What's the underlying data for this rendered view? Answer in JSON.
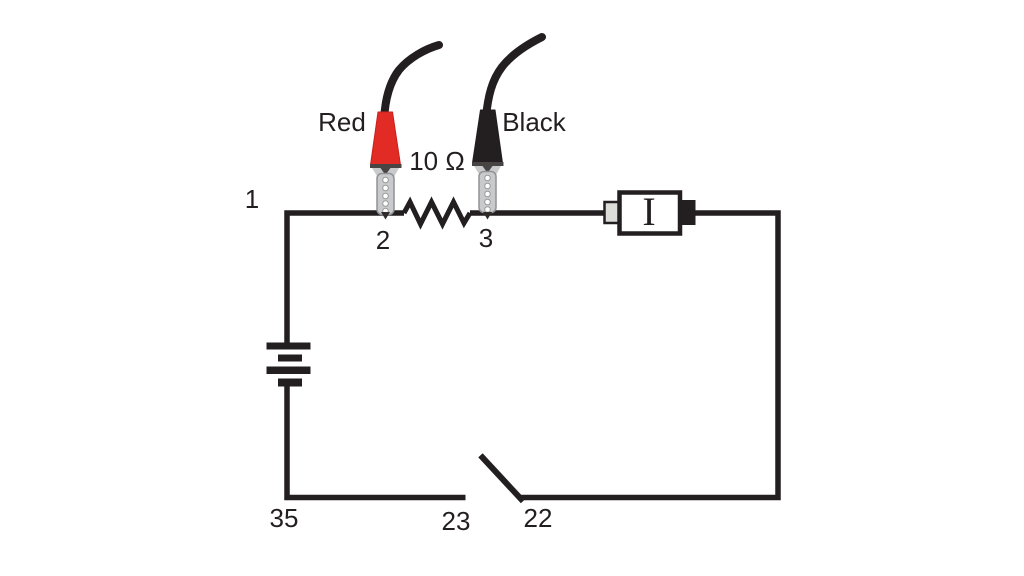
{
  "colors": {
    "line": "#231f20",
    "red_lead_body": "#e12b24",
    "black_lead_body": "#231f20",
    "clip_metal": "#c9cacc",
    "clip_outline": "#909296",
    "meter_left_connector": "#dcdcd8",
    "background": "#ffffff"
  },
  "labels": {
    "node_1": "1",
    "node_2": "2",
    "node_3": "3",
    "node_22": "22",
    "node_23": "23",
    "node_35": "35",
    "red_lead": "Red",
    "black_lead": "Black",
    "resistor_value": "10 Ω",
    "current_meter": "I"
  },
  "components": {
    "battery": "battery-symbol",
    "resistor": "resistor-zigzag",
    "meter": "current-meter-box",
    "switch": "open-switch",
    "red_probe": "red-test-lead-clip",
    "black_probe": "black-test-lead-clip"
  }
}
